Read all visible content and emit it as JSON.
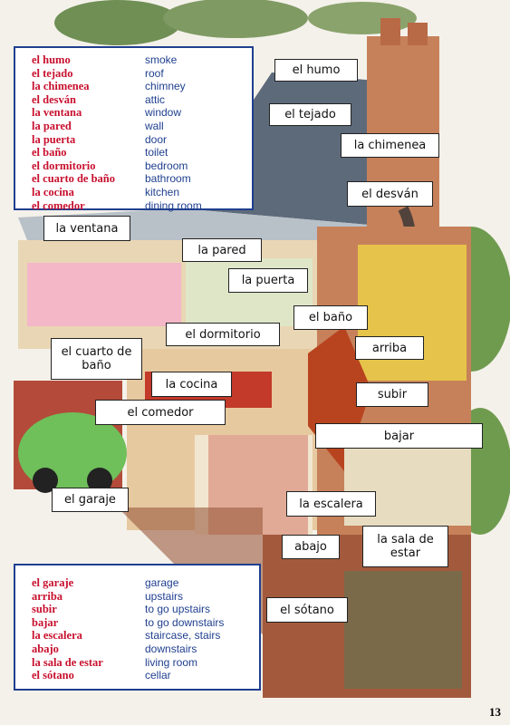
{
  "top_glossary": [
    {
      "es": "el humo",
      "en": "smoke"
    },
    {
      "es": "el tejado",
      "en": "roof"
    },
    {
      "es": "la chimenea",
      "en": "chimney"
    },
    {
      "es": "el desván",
      "en": "attic"
    },
    {
      "es": "la ventana",
      "en": "window"
    },
    {
      "es": "la pared",
      "en": "wall"
    },
    {
      "es": "la puerta",
      "en": "door"
    },
    {
      "es": "el baño",
      "en": "toilet"
    },
    {
      "es": "el dormitorio",
      "en": "bedroom"
    },
    {
      "es": "el cuarto de baño",
      "en": "bathroom"
    },
    {
      "es": "la cocina",
      "en": "kitchen"
    },
    {
      "es": "el comedor",
      "en": "dining room"
    }
  ],
  "bottom_glossary": [
    {
      "es": "el garaje",
      "en": "garage"
    },
    {
      "es": "arriba",
      "en": "upstairs"
    },
    {
      "es": "subir",
      "en": "to go upstairs"
    },
    {
      "es": "bajar",
      "en": "to go downstairs"
    },
    {
      "es": "la escalera",
      "en": "staircase, stairs"
    },
    {
      "es": "abajo",
      "en": "downstairs"
    },
    {
      "es": "la sala de estar",
      "en": "living room"
    },
    {
      "es": "el sótano",
      "en": "cellar"
    }
  ],
  "labels": {
    "humo": "el humo",
    "tejado": "el tejado",
    "chimenea": "la chimenea",
    "desvan": "el desván",
    "ventana": "la ventana",
    "pared": "la pared",
    "puerta": "la puerta",
    "bano": "el baño",
    "dormitorio": "el dormitorio",
    "cuarto": "el cuarto de\nbaño",
    "arriba": "arriba",
    "cocina": "la cocina",
    "subir": "subir",
    "comedor": "el comedor",
    "bajar": "bajar",
    "garaje": "el garaje",
    "escalera": "la escalera",
    "abajo": "abajo",
    "sala": "la sala de\nestar",
    "sotano": "el sótano"
  },
  "page_number": "13"
}
